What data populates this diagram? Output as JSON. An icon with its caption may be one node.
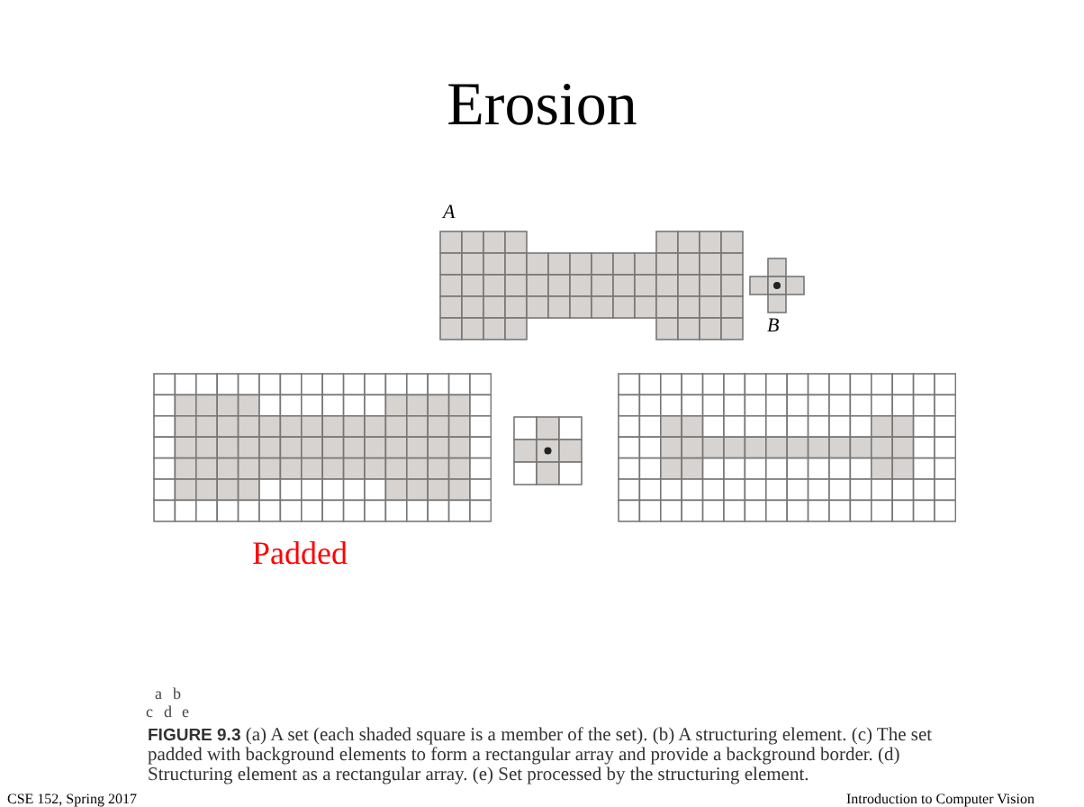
{
  "diagram": {
    "title": "Erosion",
    "caption": "**FIGURE 9.3** (a) A set (each shaded square is a member of the set). (b) A structuring element. (c) The set padded with background elements to form a rectangular array and provide a background border. (d) Structuring element as a rectangular array. (e) Set processed by the structuring element.",
    "labels": [
      "A",
      "B",
      "Padded",
      "a",
      "b",
      "c",
      "d",
      "e",
      "CSE 152, Spring 2017",
      "Introduction to Computer Vision"
    ]
  }
}
